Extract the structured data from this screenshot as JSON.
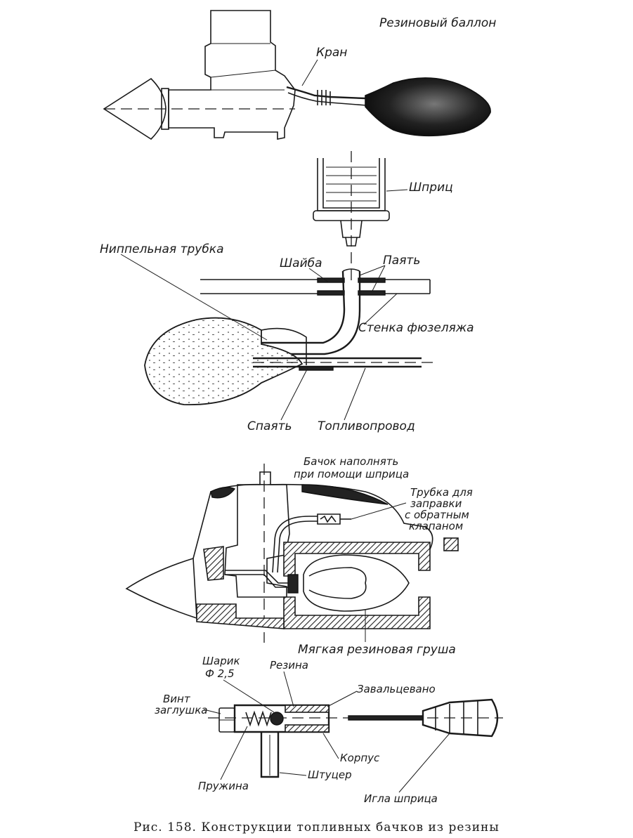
{
  "figure1": {
    "label_balloon": "Резиновый баллон",
    "label_valve": "Кран"
  },
  "figure2": {
    "label_syringe": "Шприц",
    "label_nipple_tube": "Ниппельная трубка",
    "label_washer": "Шайба",
    "label_solder_top": "Паять",
    "label_fuselage_wall": "Стенка фюзеляжа",
    "label_solder_bottom": "Спаять",
    "label_fuel_line": "Топливопровод"
  },
  "figure3": {
    "label_fill_line1": "Бачок наполнять",
    "label_fill_line2": "при помощи шприца",
    "label_tube_line1": "Трубка для",
    "label_tube_line2": "заправки",
    "label_tube_line3": "с обратным",
    "label_tube_line4": "клапаном",
    "label_soft_bulb": "Мягкая резиновая груша"
  },
  "figure4": {
    "label_ball_line1": "Шарик",
    "label_ball_line2": "Ф 2,5",
    "label_rubber": "Резина",
    "label_screw_line1": "Винт",
    "label_screw_line2": "заглушка",
    "label_rolled": "Завальцевано",
    "label_spring": "Пружина",
    "label_fitting": "Штуцер",
    "label_body": "Корпус",
    "label_needle": "Игла шприца"
  },
  "caption": "Рис. 158. Конструкции топливных бачков из резины"
}
